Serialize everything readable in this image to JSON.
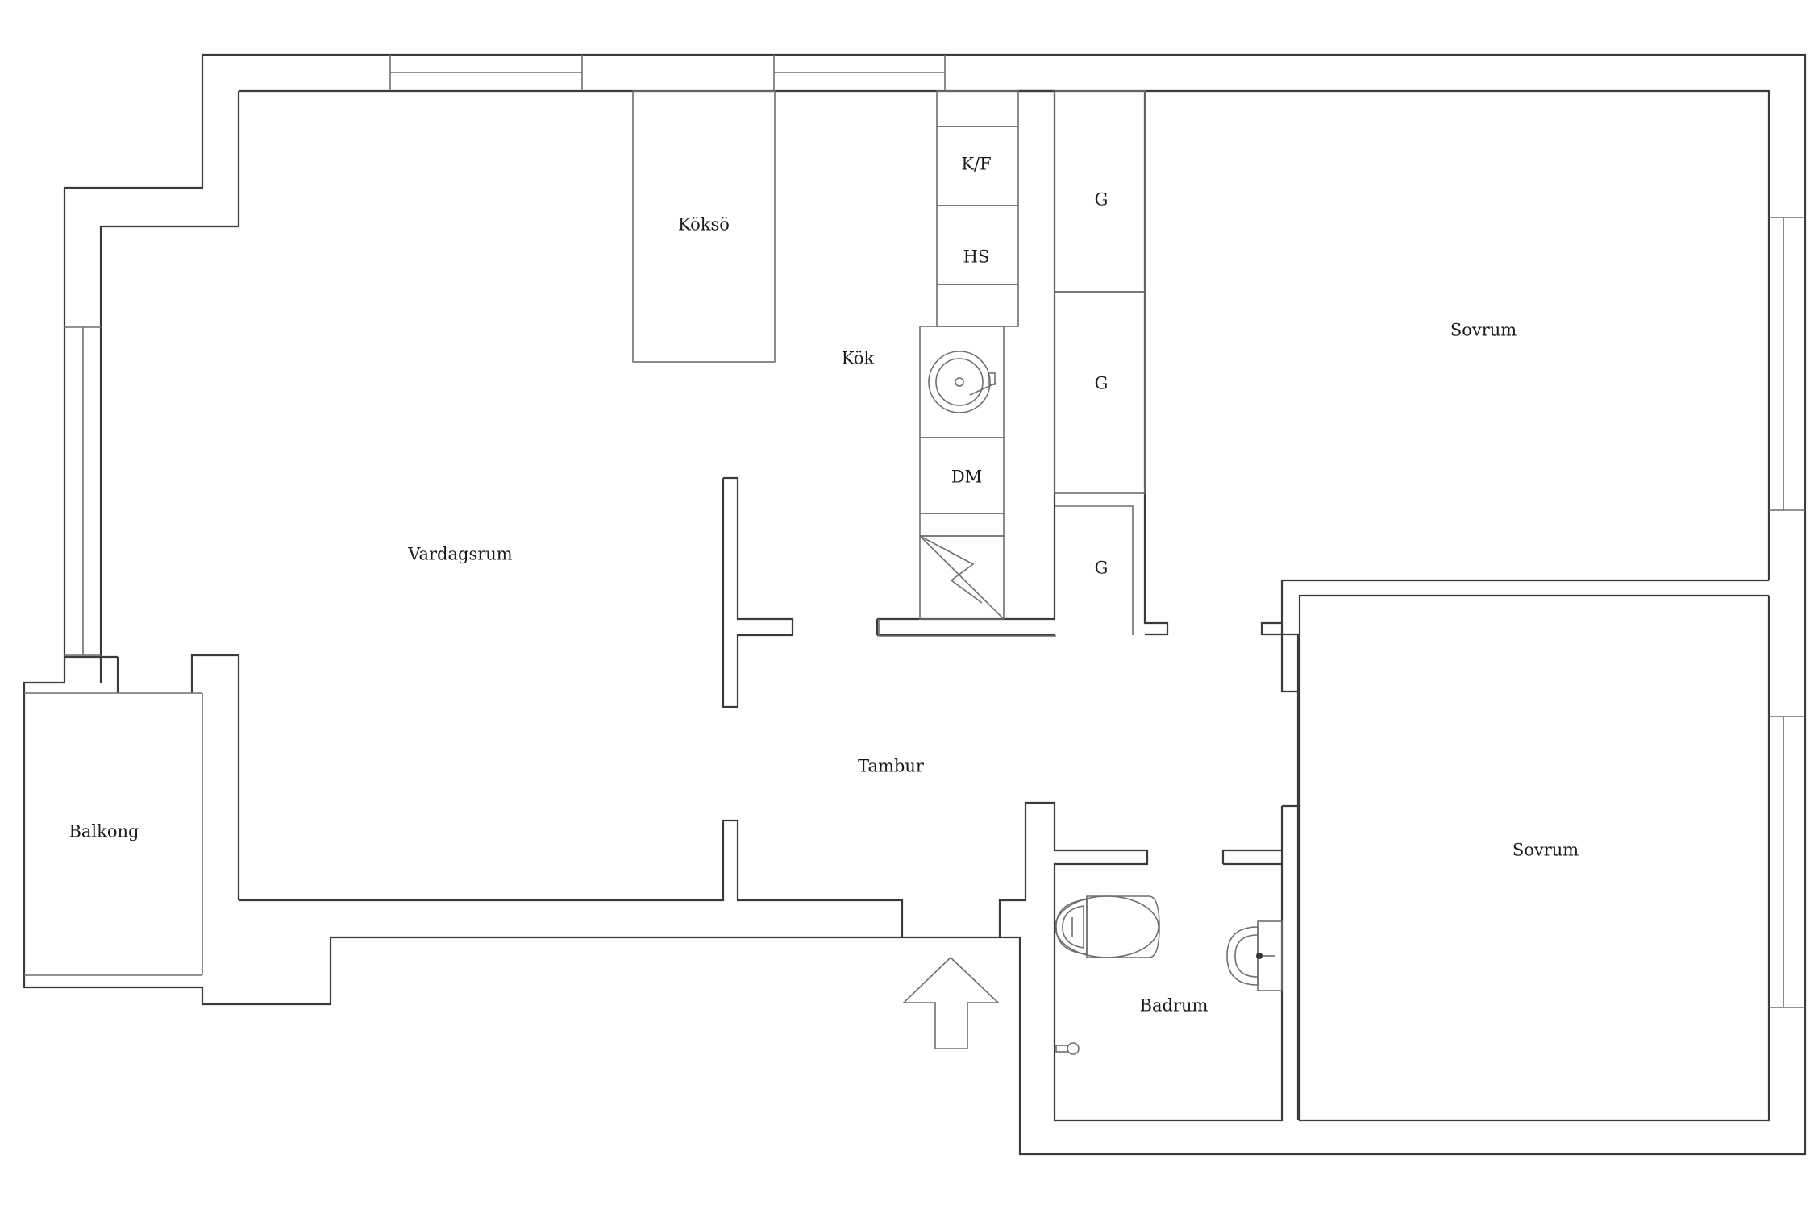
{
  "rooms": {
    "vardagsrum": "Vardagsrum",
    "koksoe": "Köksö",
    "kok": "Kök",
    "tambur": "Tambur",
    "balkong": "Balkong",
    "badrum": "Badrum",
    "sovrum_1": "Sovrum",
    "sovrum_2": "Sovrum"
  },
  "fixtures": {
    "kf": "K/F",
    "hs": "HS",
    "dm": "DM",
    "wardrobe_1": "G",
    "wardrobe_2": "G",
    "wardrobe_3": "G"
  },
  "icons": [
    "entrance-arrow-icon",
    "kitchen-sink-icon",
    "stove-icon",
    "toilet-icon",
    "bathroom-sink-icon",
    "floor-drain-icon"
  ],
  "colors": {
    "walls": "#3b3b3b",
    "fixtures": "#6e6e6e",
    "background": "#ffffff"
  }
}
